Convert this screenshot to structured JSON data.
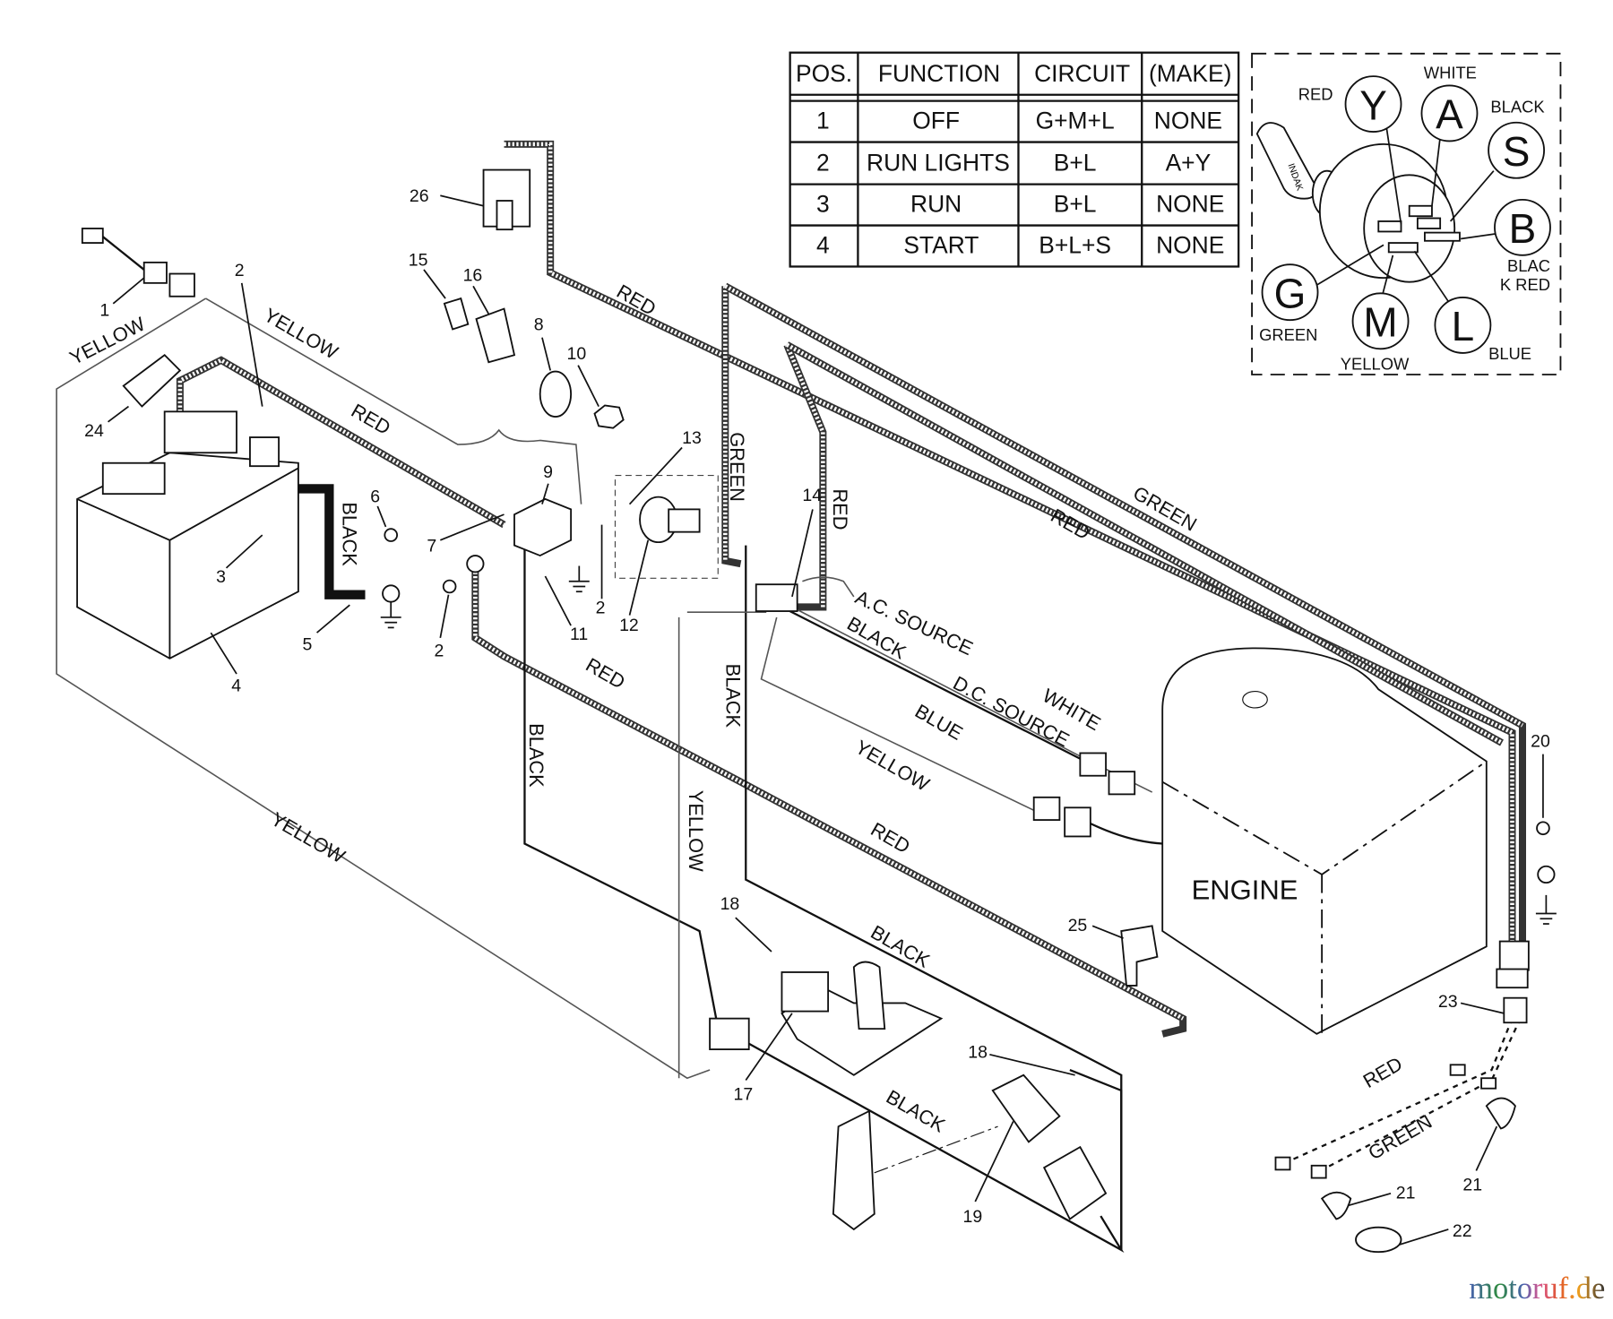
{
  "switch_table": {
    "headers": [
      "POS.",
      "FUNCTION",
      "CIRCUIT",
      "(MAKE)"
    ],
    "rows": [
      [
        "1",
        "OFF",
        "G+M+L",
        "NONE"
      ],
      [
        "2",
        "RUN LIGHTS",
        "B+L",
        "A+Y"
      ],
      [
        "3",
        "RUN",
        "B+L",
        "NONE"
      ],
      [
        "4",
        "START",
        "B+L+S",
        "NONE"
      ]
    ]
  },
  "ignition_pins": [
    {
      "pin": "Y",
      "wire": "RED"
    },
    {
      "pin": "A",
      "wire": "WHITE"
    },
    {
      "pin": "S",
      "wire": "BLACK"
    },
    {
      "pin": "B",
      "wire": "BLACK RED"
    },
    {
      "pin": "G",
      "wire": "GREEN"
    },
    {
      "pin": "M",
      "wire": "YELLOW"
    },
    {
      "pin": "L",
      "wire": "BLUE"
    }
  ],
  "ignition_key_brand": "INDAK",
  "wire_labels": {
    "yellow_1": "YELLOW",
    "yellow_2": "YELLOW",
    "red_1": "RED",
    "black_1": "BLACK",
    "red_2": "RED",
    "green_1": "GREEN",
    "red_3": "RED",
    "green_2": "GREEN",
    "red_4": "RED",
    "ac_source": "A.C. SOURCE",
    "black_2": "BLACK",
    "dc_source": "D.C. SOURCE",
    "white_1": "WHITE",
    "blue_1": "BLUE",
    "yellow_3": "YELLOW",
    "red_5": "RED",
    "black_3": "BLACK",
    "black_4": "BLACK",
    "yellow_4": "YELLOW",
    "red_6": "RED",
    "yellow_5": "YELLOW",
    "black_5": "BLACK",
    "black_6": "BLACK",
    "red_7": "RED",
    "green_3": "GREEN"
  },
  "engine_label": "ENGINE",
  "part_numbers": [
    "1",
    "2",
    "24",
    "3",
    "4",
    "5",
    "6",
    "7",
    "2",
    "8",
    "10",
    "9",
    "11",
    "2",
    "12",
    "13",
    "15",
    "16",
    "26",
    "14",
    "20",
    "25",
    "18",
    "17",
    "18",
    "19",
    "23",
    "21",
    "21",
    "22"
  ],
  "watermark": "motoruf.de"
}
